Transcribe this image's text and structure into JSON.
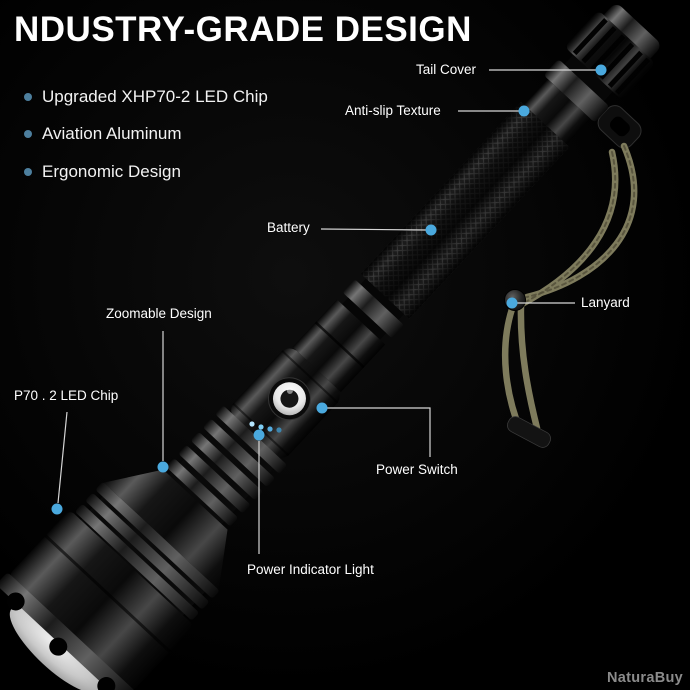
{
  "title": "NDUSTRY-GRADE DESIGN",
  "features": [
    {
      "label": "Upgraded XHP70-2 LED Chip"
    },
    {
      "label": "Aviation Aluminum"
    },
    {
      "label": "Ergonomic Design"
    }
  ],
  "callouts": [
    {
      "label": "Tail Cover"
    },
    {
      "label": "Anti-slip Texture"
    },
    {
      "label": "Battery"
    },
    {
      "label": "Lanyard"
    },
    {
      "label": "Zoomable Design"
    },
    {
      "label": "P70 . 2 LED Chip"
    },
    {
      "label": "Power Switch"
    },
    {
      "label": "Power Indicator Light"
    }
  ],
  "watermark": "NaturaBuy",
  "colors": {
    "background": "#000000",
    "label_text": "#ffffff",
    "callout_dot": "#4aa9de",
    "callout_line": "#d6d6d6",
    "bullet_dot": "#4d7f9e",
    "lanyard_cord": "#7e7b5c"
  },
  "product": {
    "indicator_lights": [
      "#b5e6ff",
      "#7ecdf4",
      "#55ace0",
      "#3d85ad"
    ]
  }
}
